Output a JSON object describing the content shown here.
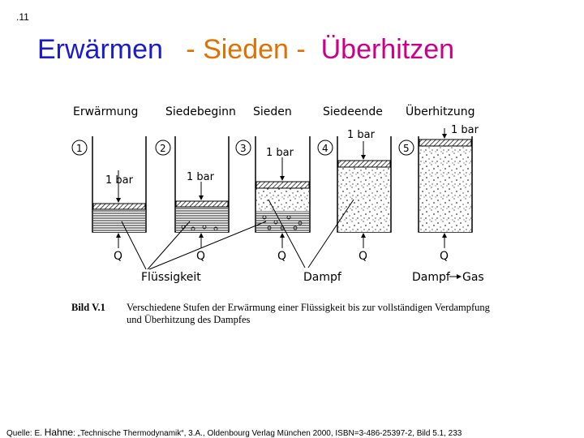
{
  "slide_number": "11",
  "title": {
    "part1": "Erwärmen",
    "sep1": " - ",
    "part2": "Sieden",
    "sep2": " - ",
    "part3": "Überhitzen"
  },
  "diagram": {
    "headers": [
      "Erwärmung",
      "Siedebeginn",
      "Sieden",
      "Siedeende",
      "Überhitzung"
    ],
    "stages": [
      "1",
      "2",
      "3",
      "4",
      "5"
    ],
    "pressure_label": "1 bar",
    "heat_label": "Q",
    "liquid_label": "Flüssigkeit",
    "vapor_label": "Dampf",
    "gas_label": "Dampf",
    "gas_suffix": "Gas"
  },
  "caption": {
    "label": "Bild V.1",
    "text": "Verschiedene Stufen der Erwärmung einer Flüssigkeit bis zur vollständigen Verdampfung und Überhitzung des Dampfes"
  },
  "source": {
    "prefix": "Quelle: E. ",
    "author": "Hahne",
    "text": ": „Technische Thermodynamik“, 3.A., Oldenbourg Verlag München 2000, ISBN=3-486-25397-2, Bild 5.1, 233"
  }
}
